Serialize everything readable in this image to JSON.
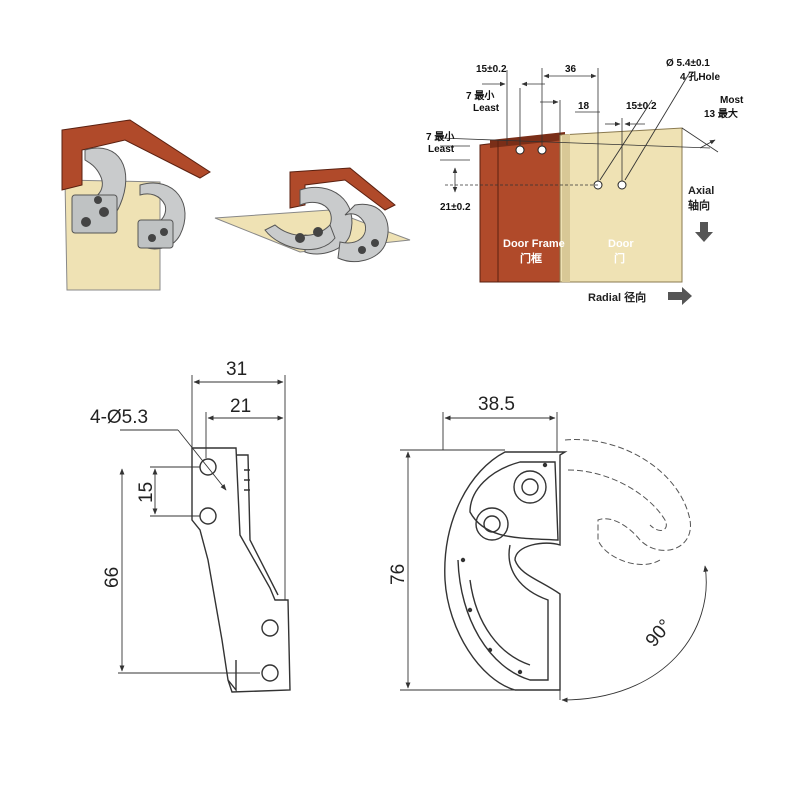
{
  "colors": {
    "frame_brown": "#b04a2a",
    "door_beige": "#efe2b4",
    "metal_gray": "#c9cbcc",
    "line": "#333333",
    "dashed": "#555555"
  },
  "install_diagram": {
    "dim_15_top": "15±0.2",
    "dim_36": "36",
    "dim_hole": "Ø 5.4±0.1",
    "dim_hole_cn": "4 孔Hole",
    "dim_7_top_cn": "7 最小",
    "dim_7_top_en": "Least",
    "dim_18": "18",
    "dim_15_mid": "15±0.2",
    "dim_most_en": "Most",
    "dim_most_cn": "13 最大",
    "dim_7_left_cn": "7 最小",
    "dim_7_left_en": "Least",
    "dim_21": "21±0.2",
    "axial_en": "Axial",
    "axial_cn": "轴向",
    "frame_en": "Door Frame",
    "frame_cn": "门框",
    "door_en": "Door",
    "door_cn": "门",
    "radial": "Radial 径向"
  },
  "side_view": {
    "dim_31": "31",
    "dim_21": "21",
    "dim_holes": "4-Ø5.3",
    "dim_15": "15",
    "dim_66": "66"
  },
  "front_view": {
    "dim_38_5": "38.5",
    "dim_76": "76",
    "dim_angle": "90°"
  }
}
